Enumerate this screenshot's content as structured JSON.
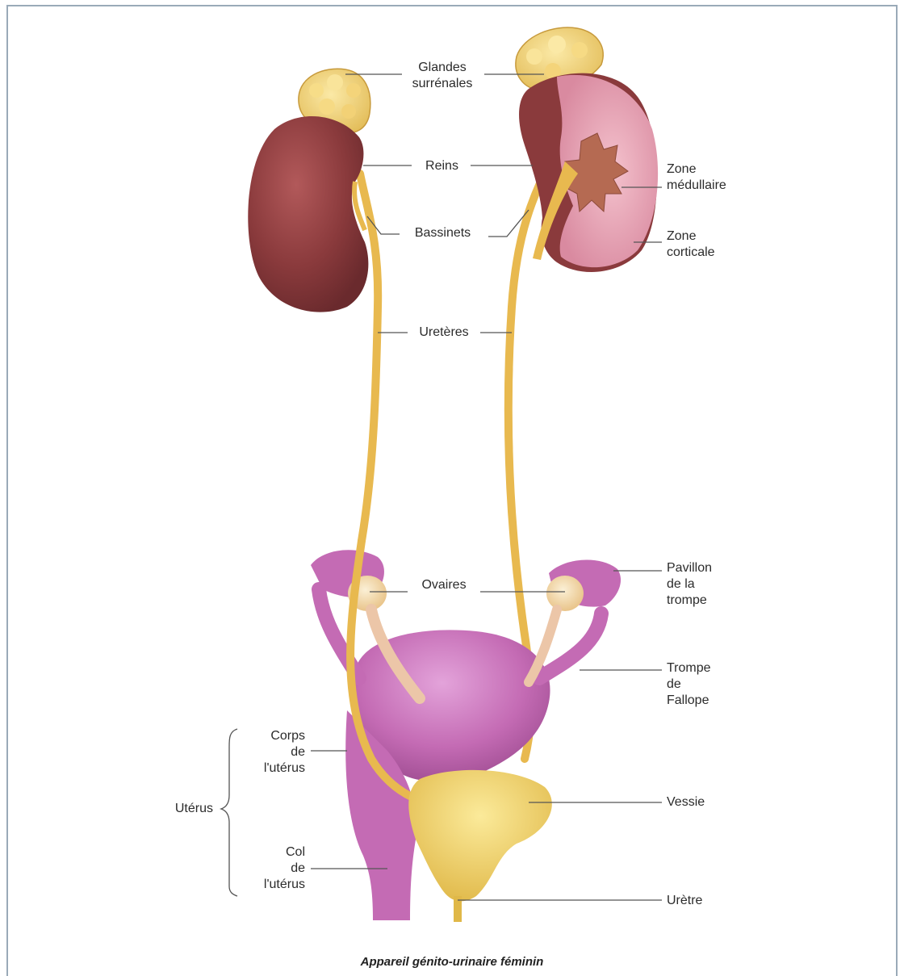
{
  "diagram": {
    "caption": "Appareil génito-urinaire féminin",
    "colors": {
      "kidney": "#8a3a3c",
      "kidney_cut": "#e9a6b6",
      "adrenal": "#f0d27a",
      "ureter": "#e8b94f",
      "uterus": "#c46bb4",
      "bladder": "#f1d063",
      "leader": "#555555"
    },
    "labels": {
      "glandes_surrenales": "Glandes\nsurrénales",
      "reins": "Reins",
      "bassinets": "Bassinets",
      "zone_medullaire": "Zone\nmédullaire",
      "zone_corticale": "Zone\ncorticale",
      "ureteres": "Uretères",
      "ovaires": "Ovaires",
      "pavillon": "Pavillon\nde la\ntrompe",
      "trompe": "Trompe\nde\nFallope",
      "corps_uterus": "Corps\nde\nl'utérus",
      "uterus": "Utérus",
      "vessie": "Vessie",
      "col_uterus": "Col\nde\nl'utérus",
      "uretre": "Urètre"
    }
  }
}
